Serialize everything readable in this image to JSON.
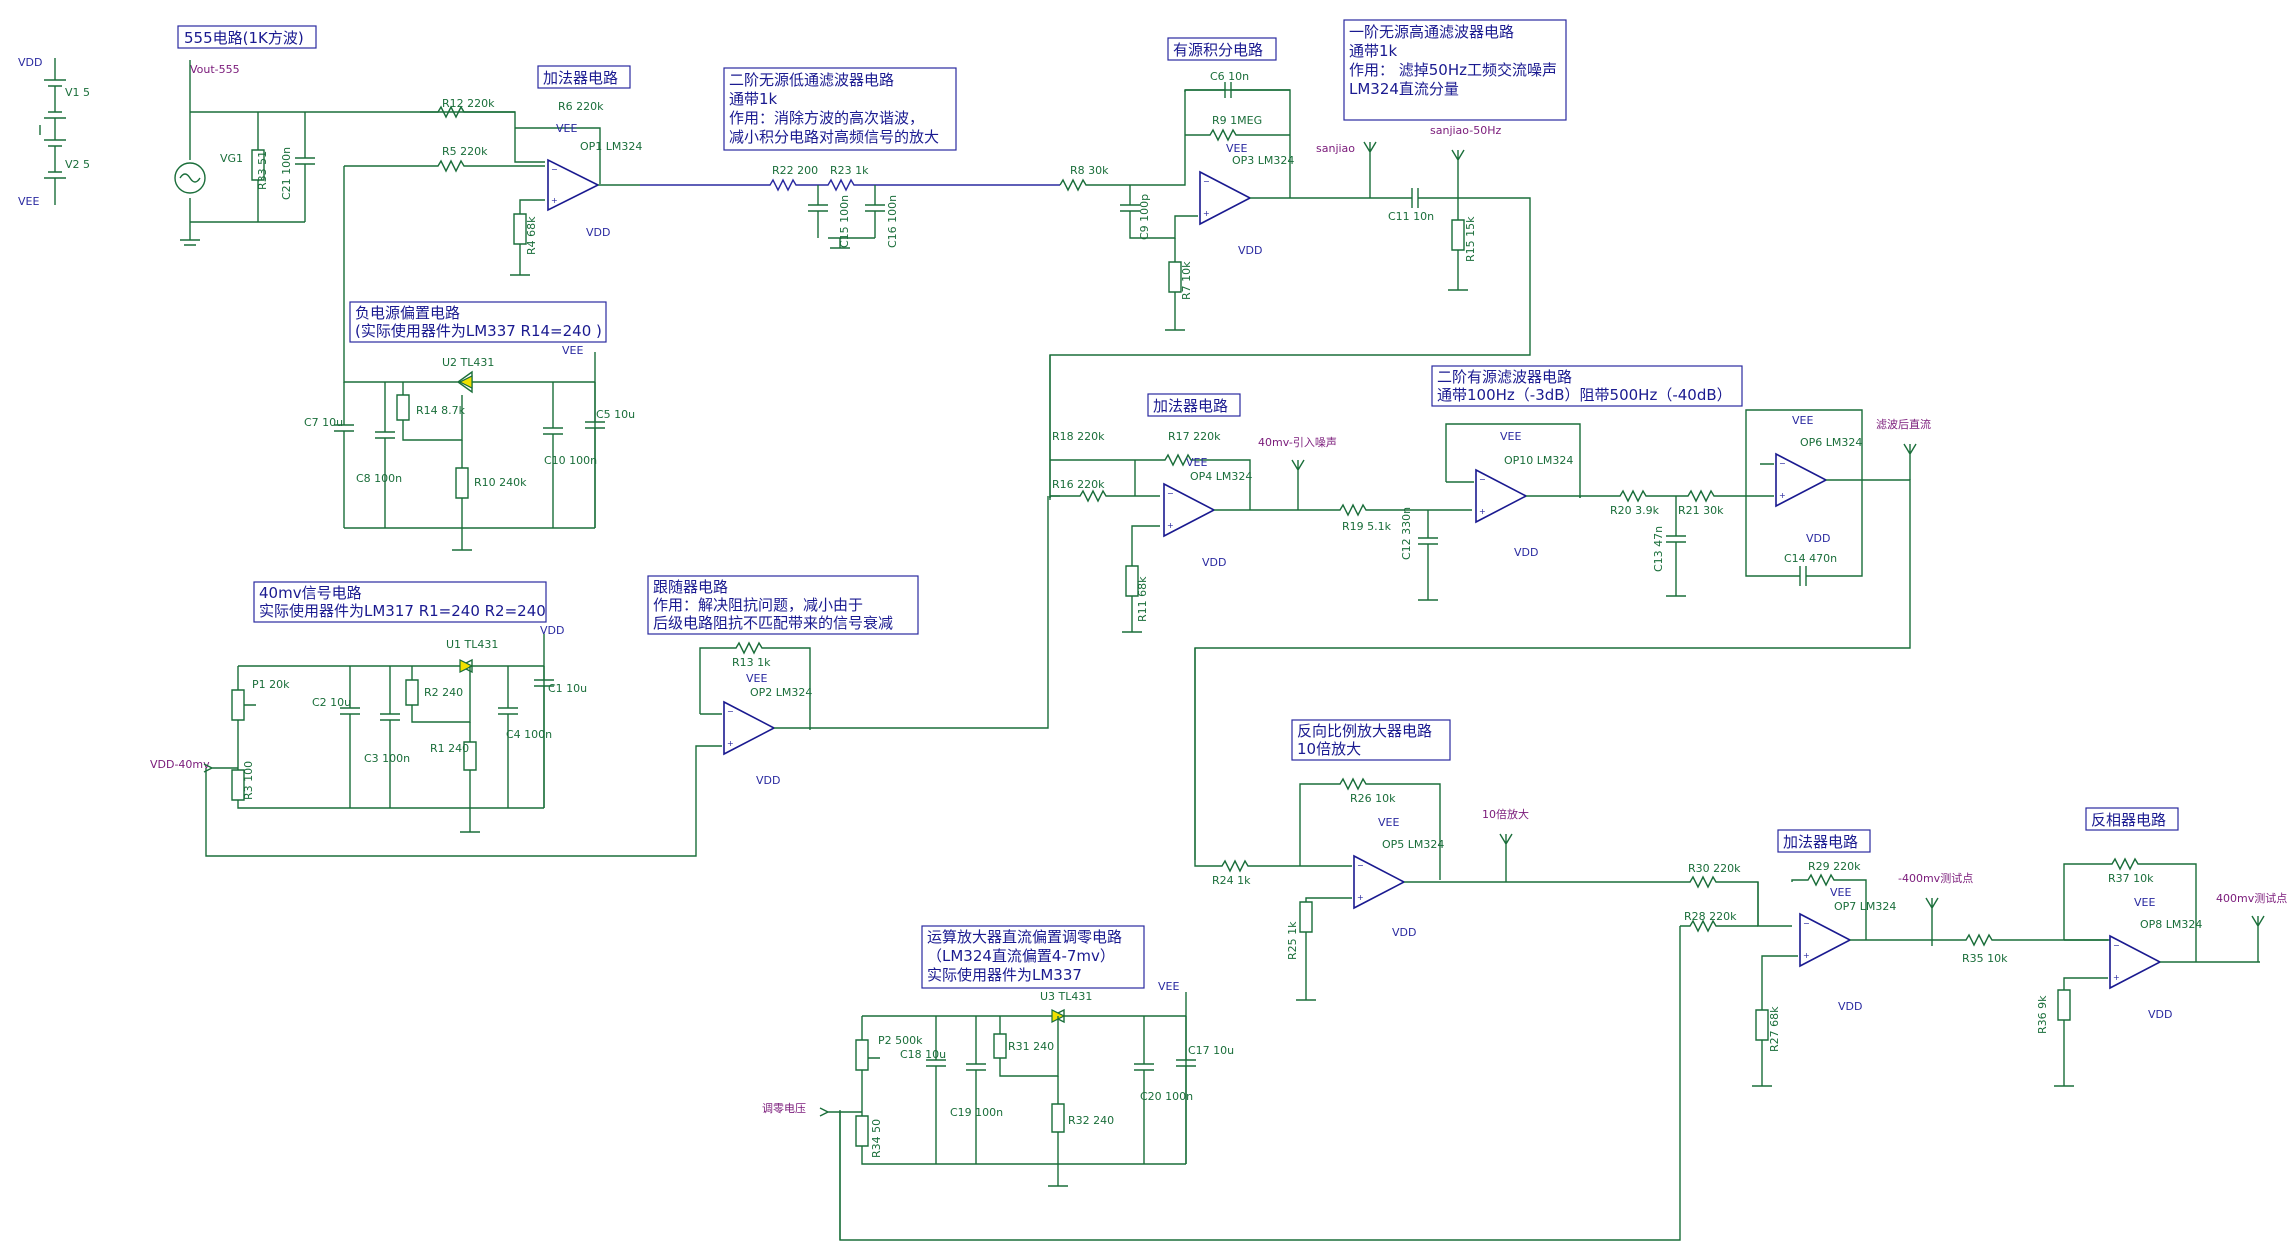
{
  "supplies": {
    "vdd_top": "VDD",
    "vee_bottom": "VEE",
    "v1": "V1 5",
    "v2": "V2 5"
  },
  "boxes": {
    "b555": [
      "555电路(1K方波)"
    ],
    "adder1": [
      "加法器电路"
    ],
    "lpf": [
      "二阶无源低通滤波器电路",
      "通带1k",
      "作用：消除方波的高次谐波，",
      "减小积分电路对高频信号的放大"
    ],
    "integ": [
      "有源积分电路"
    ],
    "hpf": [
      "一阶无源高通滤波器电路",
      "通带1k",
      "作用：  滤掉50Hz工频交流噪声",
      "           LM324直流分量"
    ],
    "negbias": [
      "负电源偏置电路",
      "(实际使用器件为LM337 R14=240 )"
    ],
    "adder2": [
      "加法器电路"
    ],
    "bpf": [
      "二阶有源滤波器电路",
      "通带100Hz（-3dB）阻带500Hz（-40dB）"
    ],
    "sig40": [
      "40mv信号电路",
      "实际使用器件为LM317 R1=240 R2=240"
    ],
    "follower": [
      "跟随器电路",
      "作用：解决阻抗问题，减小由于",
      "后级电路阻抗不匹配带来的信号衰减"
    ],
    "inv10": [
      "反向比例放大器电路",
      "10倍放大"
    ],
    "adder3": [
      "加法器电路"
    ],
    "inverter": [
      "反相器电路"
    ],
    "offset": [
      "运算放大器直流偏置调零电路",
      "（LM324直流偏置4-7mv）",
      "实际使用器件为LM337"
    ]
  },
  "probes": {
    "vout555": "Vout-555",
    "sanjiao": "sanjiao",
    "sanjiao50": "sanjiao-50Hz",
    "noise": "40mv-引入噪声",
    "filtered": "滤波后直流",
    "amp10": "10倍放大",
    "m400": "-400mv测试点",
    "p400": "400mv测试点",
    "vdd40": "VDD-40mv",
    "zero": "调零电压"
  },
  "opamps": {
    "op1": "OP1 LM324",
    "op2": "OP2 LM324",
    "op3": "OP3 LM324",
    "op4": "OP4 LM324",
    "op5": "OP5 LM324",
    "op6": "OP6 LM324",
    "op7": "OP7 LM324",
    "op8": "OP8 LM324",
    "op10": "OP10 LM324"
  },
  "rails": {
    "vdd": "VDD",
    "vee": "VEE"
  },
  "parts": {
    "vg1": "VG1",
    "r33": "R33 51",
    "c21": "C21 100n",
    "r12": "R12 220k",
    "r5": "R5 220k",
    "r6": "R6 220k",
    "r4": "R4 68k",
    "r22": "R22 200",
    "r23": "R23 1k",
    "c15": "C15 100n",
    "c16": "C16 100n",
    "r8": "R8 30k",
    "c9": "C9 100p",
    "r7": "R7 10k",
    "c6": "C6 10n",
    "r9": "R9 1MEG",
    "c11": "C11 10n",
    "r15": "R15 15k",
    "u2": "U2 TL431",
    "r14": "R14 8.7k",
    "r10": "R10 240k",
    "c7": "C7 10u",
    "c8": "C8 100n",
    "c10": "C10 100n",
    "c5": "C5 10u",
    "r18": "R18 220k",
    "r16": "R16 220k",
    "r17": "R17 220k",
    "r11": "R11 68k",
    "r19": "R19 5.1k",
    "c12": "C12 330n",
    "r20": "R20 3.9k",
    "r21": "R21 30k",
    "c13": "C13 47n",
    "c14": "C14 470n",
    "u1": "U1 TL431",
    "p1": "P1 20k",
    "r3": "R3 100",
    "c2": "C2 10u",
    "c3": "C3 100n",
    "r2": "R2 240",
    "r1": "R1 240",
    "c4": "C4 100n",
    "c1": "C1 10u",
    "r13": "R13 1k",
    "r26": "R26 10k",
    "r24": "R24 1k",
    "r25": "R25 1k",
    "r30": "R30 220k",
    "r28": "R28 220k",
    "r29": "R29 220k",
    "r27": "R27 68k",
    "r35": "R35 10k",
    "r37": "R37 10k",
    "r36": "R36 9k",
    "u3": "U3 TL431",
    "p2": "P2 500k",
    "c18": "C18 10u",
    "c19": "C19 100n",
    "r31": "R31 240",
    "r32": "R32 240",
    "r34": "R34 50",
    "c20": "C20 100n",
    "c17": "C17 10u"
  }
}
